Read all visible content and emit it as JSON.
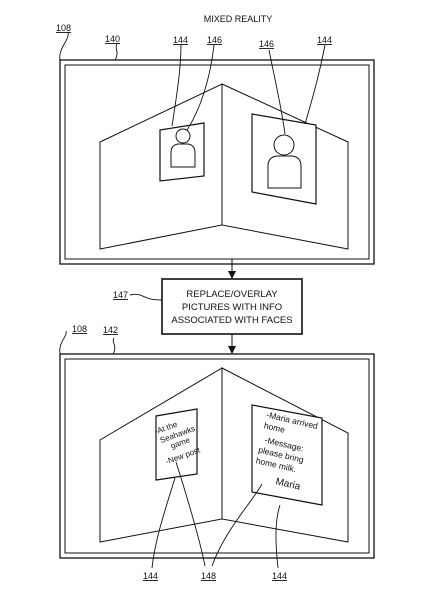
{
  "title": "MIXED REALITY",
  "refs": {
    "top_device": "108",
    "top_view": "140",
    "top_picture_left": "144",
    "top_face_left": "146",
    "top_face_right": "146",
    "top_picture_right": "144",
    "process_step": "147",
    "bottom_device": "108",
    "bottom_view": "142",
    "bottom_picture_left": "144",
    "bottom_info": "148",
    "bottom_picture_right": "144"
  },
  "process_box": {
    "line1": "REPLACE/OVERLAY",
    "line2": "PICTURES WITH INFO",
    "line3": "ASSOCIATED WITH FACES"
  },
  "left_overlay": {
    "line1": "-At the",
    "line2": "Seahawks",
    "line3": "game",
    "line4": "-New post"
  },
  "right_overlay": {
    "line1": "-Maria arrived",
    "line2": "home",
    "line3": "-Message:",
    "line4": "please bring",
    "line5": "home milk.",
    "line6": "Maria"
  }
}
